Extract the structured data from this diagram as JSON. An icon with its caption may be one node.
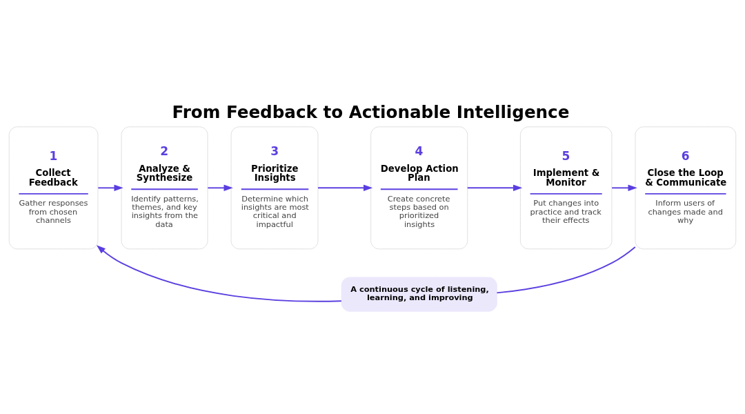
{
  "diagram": {
    "title": "From Feedback to Actionable Intelligence",
    "nodes": [
      {
        "text": [
          "1",
          "Collect Feedback",
          "Gather responses from chosen channels"
        ]
      },
      {
        "text": [
          "2",
          "Analyze & Synthesize",
          "Identify patterns, themes, and key insights from the data"
        ]
      },
      {
        "text": [
          "3",
          "Prioritize Insights",
          "Determine which insights are most critical and impactful"
        ]
      },
      {
        "text": [
          "4",
          "Develop Action Plan",
          "Create concrete steps based on prioritized insights"
        ]
      },
      {
        "text": [
          "5",
          "Implement & Monitor",
          "Put changes into practice and track their effects"
        ]
      },
      {
        "text": [
          "6",
          "Close the Loop & Communicate",
          "Inform users of changes made and why"
        ]
      },
      {
        "text": [
          "A continuous cycle of listening, learning, and improving"
        ]
      }
    ],
    "edges": [
      {
        "from": 0,
        "to": 1,
        "arrow": "to"
      },
      {
        "from": 1,
        "to": 2,
        "arrow": "to"
      },
      {
        "from": 2,
        "to": 3,
        "arrow": "to"
      },
      {
        "from": 3,
        "to": 4,
        "arrow": "to"
      },
      {
        "from": 4,
        "to": 5,
        "arrow": "to"
      },
      {
        "from": 5,
        "to": 6,
        "arrow": "none"
      },
      {
        "from": 6,
        "to": 0,
        "arrow": "to"
      }
    ]
  }
}
